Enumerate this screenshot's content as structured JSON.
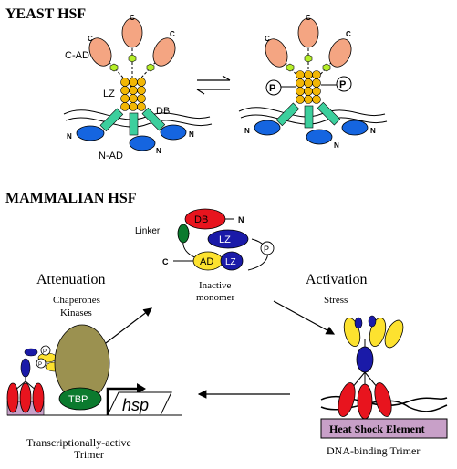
{
  "yeast": {
    "title": "YEAST HSF",
    "labels": {
      "c_ad": "C-AD",
      "lz": "LZ",
      "db": "DB",
      "n_ad": "N-AD",
      "c": "C",
      "n": "N",
      "p": "P"
    }
  },
  "mammalian": {
    "title": "MAMMALIAN HSF",
    "labels": {
      "linker": "Linker",
      "db": "DB",
      "lz": "LZ",
      "ad": "AD",
      "c": "C",
      "n": "N",
      "p": "P",
      "inactive_monomer": [
        "Inactive",
        "monomer"
      ],
      "attenuation": "Attenuation",
      "chaperones": [
        "Chaperones",
        "Kinases"
      ],
      "activation": "Activation",
      "stress": "Stress",
      "tbp": "TBP",
      "hsp": "hsp",
      "heat_shock_element": "Heat Shock Element",
      "dna_binding_trimer": "DNA-binding Trimer",
      "transcriptionally_active_trimer": [
        "Transcriptionally-active",
        "Trimer"
      ]
    }
  },
  "colors": {
    "salmon": "#f4a582",
    "lime": "#b6ef2a",
    "leucine": "#f2b705",
    "teal": "#3ccf9d",
    "blue": "#1565e0",
    "red": "#e8141e",
    "navy": "#1a1aa8",
    "yellow": "#fde22f",
    "olive": "#9b9150",
    "green": "#0b7a2e",
    "plum": "#c8a0c8"
  }
}
